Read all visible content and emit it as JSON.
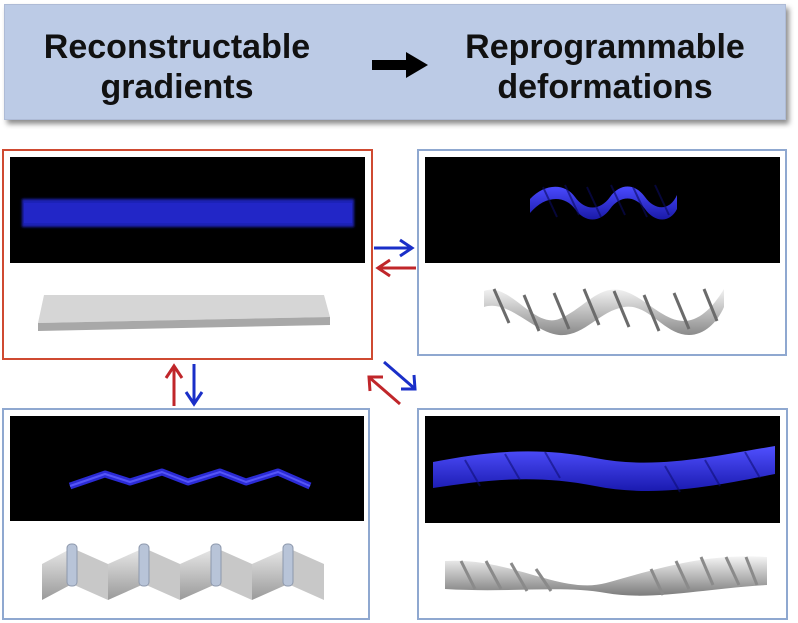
{
  "header": {
    "left_line1": "Reconstructable",
    "left_line2": "gradients",
    "right_line1": "Reprogrammable",
    "right_line2": "deformations"
  },
  "colors": {
    "header_bg": "#bccbe6",
    "active_border": "#cf4a31",
    "panel_border": "#8fa8d0",
    "arrow_blue": "#1a2fc8",
    "arrow_red": "#c0262a",
    "fluorescent_blue": "#2a2ad8"
  },
  "panels": [
    {
      "shape": "flat-strip",
      "highlighted": true
    },
    {
      "shape": "helix",
      "highlighted": false
    },
    {
      "shape": "zigzag",
      "highlighted": false
    },
    {
      "shape": "twisted-ribbon",
      "highlighted": false
    }
  ]
}
